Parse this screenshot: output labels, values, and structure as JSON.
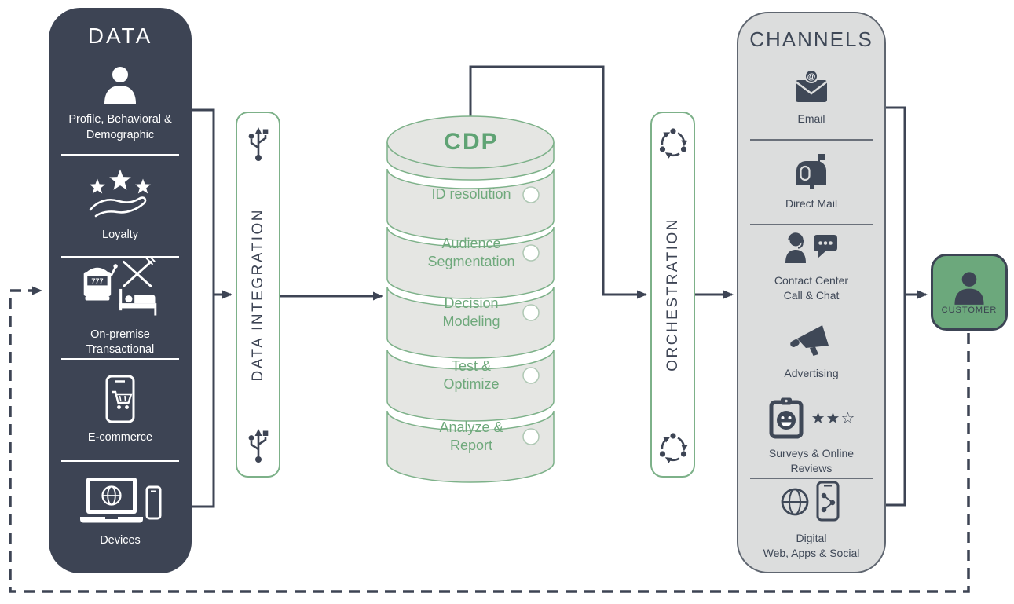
{
  "palette": {
    "dark_navy": "#3d4454",
    "green": "#6ca87c",
    "green_text": "#6fa97c",
    "green_border": "#7db189",
    "channels_gray": "#dcdddd",
    "cylinder_gray": "#e5e6e3",
    "white": "#ffffff"
  },
  "data_panel": {
    "title": "DATA",
    "items": [
      {
        "icon": "user-icon",
        "label": "Profile, Behavioral &\nDemographic"
      },
      {
        "icon": "loyalty-stars-hand-icon",
        "label": "Loyalty"
      },
      {
        "icon": "slot-machine-dining-bed-icon",
        "label": "On-premise\nTransactional",
        "icon_text": "777"
      },
      {
        "icon": "ecommerce-phone-cart-icon",
        "label": "E-commerce"
      },
      {
        "icon": "laptop-phone-icon",
        "label": "Devices"
      }
    ]
  },
  "integration_bar": {
    "label": "DATA INTEGRATION",
    "icon": "usb-icon"
  },
  "cdp": {
    "title": "CDP",
    "layers": [
      "ID resolution",
      "Audience\nSegmentation",
      "Decision\nModeling",
      "Test &\nOptimize",
      "Analyze &\nReport"
    ]
  },
  "orchestration_bar": {
    "label": "ORCHESTRATION",
    "icon": "sync-cycle-icon"
  },
  "channels_panel": {
    "title": "CHANNELS",
    "items": [
      {
        "icon": "email-envelope-icon",
        "label": "Email",
        "icon_text": "@"
      },
      {
        "icon": "mailbox-icon",
        "label": "Direct Mail"
      },
      {
        "icon": "headset-agent-chat-icon",
        "label": "Contact Center\nCall & Chat"
      },
      {
        "icon": "megaphone-icon",
        "label": "Advertising"
      },
      {
        "icon": "survey-clipboard-icon",
        "label": "Surveys & Online\nReviews",
        "stars": "★★☆"
      },
      {
        "icon": "globe-share-phone-icon",
        "label": "Digital\nWeb, Apps & Social"
      }
    ]
  },
  "customer": {
    "label": "CUSTOMER",
    "icon": "customer-person-icon"
  }
}
